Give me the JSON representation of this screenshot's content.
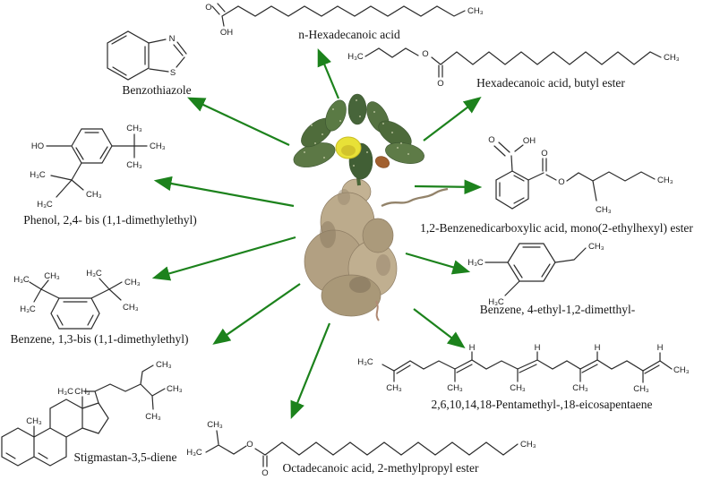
{
  "diagram": {
    "background": "#ffffff",
    "arrow_color": "#1c821c",
    "center_image": "opuntia-cactus-with-tuberous-root"
  },
  "compounds": [
    {
      "name": "n-Hexadecanoic acid",
      "atoms": [
        "O",
        "OH",
        "CH₃"
      ]
    },
    {
      "name": "Benzothiazole",
      "atoms": [
        "N",
        "S"
      ]
    },
    {
      "name": "Hexadecanoic acid, butyl ester",
      "atoms": [
        "H₃C",
        "O",
        "O",
        "CH₃"
      ]
    },
    {
      "name": "Phenol, 2,4- bis (1,1-dimethylethyl)",
      "atoms": [
        "HO",
        "CH₃",
        "CH₃",
        "CH₃",
        "H₃C",
        "CH₃",
        "H₃C"
      ]
    },
    {
      "name": "1,2-Benzenedicarboxylic acid, mono(2-ethylhexyl) ester",
      "atoms": [
        "O",
        "OH",
        "O",
        "O",
        "CH₃",
        "CH₃"
      ]
    },
    {
      "name": "Benzene, 1,3-bis (1,1-dimethylethyl)",
      "atoms": [
        "H₃C",
        "CH₃",
        "H₃C",
        "H₃C",
        "CH₃",
        "CH₃"
      ]
    },
    {
      "name": "Benzene, 4-ethyl-1,2-dimetthyl-",
      "atoms": [
        "H₃C",
        "H₃C",
        "CH₃"
      ]
    },
    {
      "name": "Stigmastan-3,5-diene",
      "atoms": [
        "CH₃",
        "CH₃",
        "H₃C",
        "CH₃",
        "CH₃",
        "CH₃"
      ]
    },
    {
      "name": "2,6,10,14,18-Pentamethyl-,18-eicosapentaene",
      "atoms": [
        "H₃C",
        "CH₃",
        "CH₃",
        "H",
        "CH₃",
        "H",
        "CH₃",
        "H",
        "CH₃",
        "H",
        "CH₃"
      ]
    },
    {
      "name": "Octadecanoic acid, 2-methylpropyl ester",
      "atoms": [
        "CH₃",
        "H₃C",
        "O",
        "O",
        "CH₃"
      ]
    }
  ]
}
